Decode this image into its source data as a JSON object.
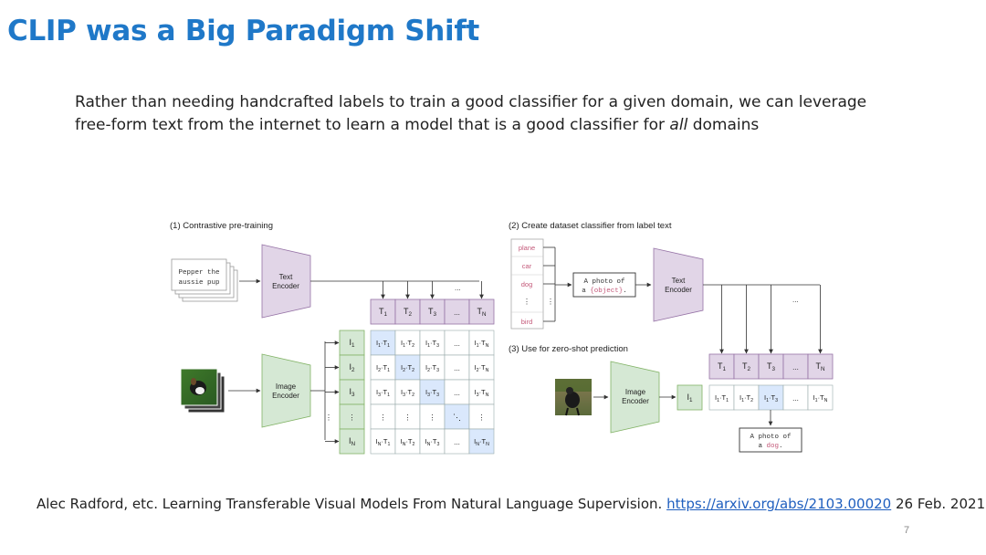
{
  "slide": {
    "title": "CLIP was a Big Paradigm Shift",
    "intro_part1": "Rather than needing handcrafted labels to train a good classifier for a given domain, we can leverage free-form text from the internet to learn a model that is a good classifier for ",
    "intro_emphasis": "all",
    "intro_part2": " domains",
    "page_number": "7"
  },
  "figure": {
    "panel1_caption": "(1) Contrastive pre-training",
    "panel2_caption": "(2) Create dataset classifier from label text",
    "panel3_caption": "(3) Use for zero-shot prediction",
    "text_sample_line1": "Pepper the",
    "text_sample_line2": "aussie pup",
    "text_encoder_line1": "Text",
    "text_encoder_line2": "Encoder",
    "image_encoder_line1": "Image",
    "image_encoder_line2": "Encoder",
    "labels": [
      "plane",
      "car",
      "dog",
      "bird"
    ],
    "prompt_prefix": "A photo of",
    "prompt_article": "a",
    "prompt_object": "{object}",
    "prompt_suffix": ".",
    "result_prefix": "A photo of",
    "result_article": "a",
    "result_object": "dog",
    "result_suffix": ".",
    "ellipsis": "...",
    "vdots": "⋮",
    "ddots": "⋱"
  },
  "citation": {
    "text": "Alec Radford, etc. Learning Transferable Visual Models From Natural Language Supervision. ",
    "link": "https://arxiv.org/abs/2103.00020",
    "date": " 26 Feb. 2021"
  }
}
